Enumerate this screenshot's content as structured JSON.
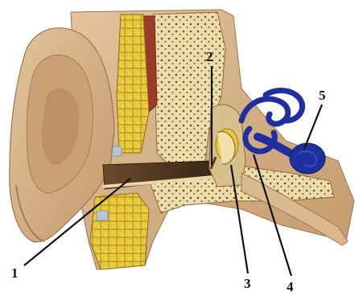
{
  "diagram": {
    "labels": [
      {
        "id": "1",
        "text": "1"
      },
      {
        "id": "2",
        "text": "2"
      },
      {
        "id": "3",
        "text": "3"
      },
      {
        "id": "4",
        "text": "4"
      },
      {
        "id": "5",
        "text": "5"
      }
    ]
  },
  "colors": {
    "skin": "#d8b48a",
    "skin_shadow": "#b88f63",
    "bone": "#e9d9a8",
    "fat_yellow": "#e8c93a",
    "canal_dark": "#5a3d22",
    "inner_ear_blue": "#1f2fa0",
    "muscle_red": "#9a3b2b",
    "leader_line": "#111111"
  }
}
